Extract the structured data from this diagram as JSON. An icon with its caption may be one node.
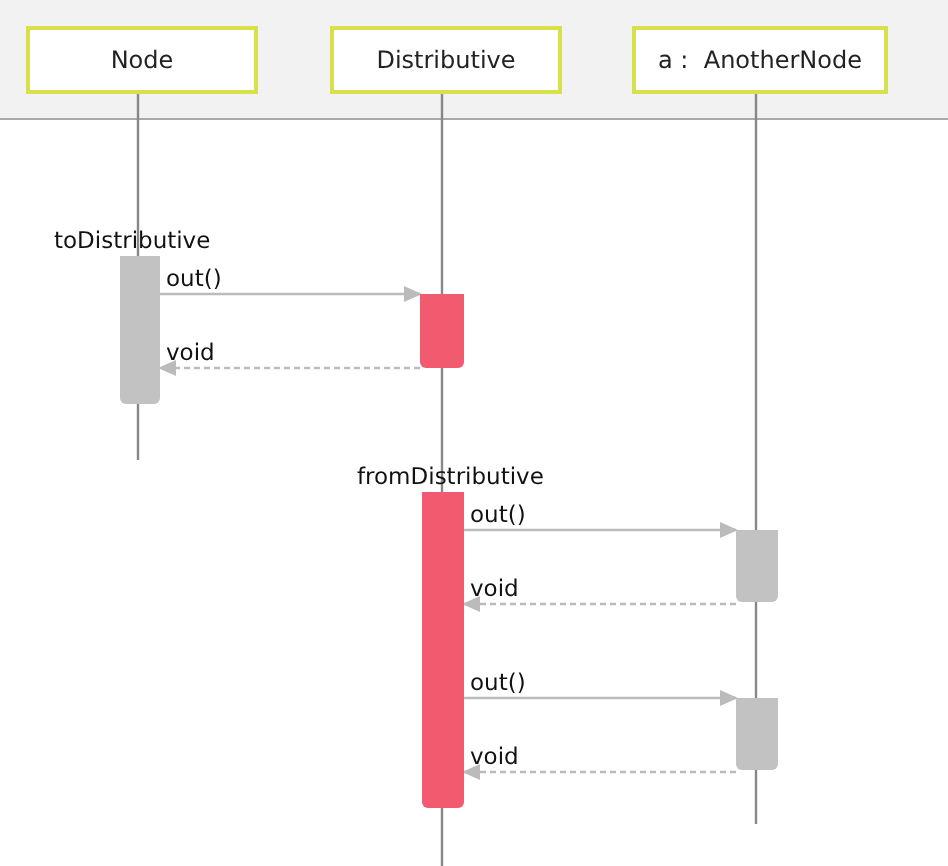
{
  "diagram": {
    "nodes": [
      {
        "text": [
          "Node"
        ]
      },
      {
        "text": [
          "Distributive"
        ]
      },
      {
        "text": [
          "a :  AnotherNode"
        ]
      },
      {
        "text": [],
        "shape": "bar",
        "beside": [
          "toDistributive"
        ]
      },
      {
        "text": [],
        "shape": "bar"
      },
      {
        "text": [],
        "shape": "bar",
        "beside": [
          "fromDistributive"
        ]
      },
      {
        "text": [],
        "shape": "bar"
      },
      {
        "text": [],
        "shape": "bar"
      }
    ],
    "edges": [
      {
        "from": 3,
        "to": 4,
        "arrow": "to",
        "label": "out()"
      },
      {
        "from": 4,
        "to": 3,
        "arrow": "to",
        "label": "void",
        "style": "dashed"
      },
      {
        "from": 5,
        "to": 6,
        "arrow": "to",
        "label": "out()"
      },
      {
        "from": 6,
        "to": 5,
        "arrow": "to",
        "label": "void",
        "style": "dashed"
      },
      {
        "from": 5,
        "to": 7,
        "arrow": "to",
        "label": "out()"
      },
      {
        "from": 7,
        "to": 5,
        "arrow": "to",
        "label": "void",
        "style": "dashed"
      }
    ]
  }
}
